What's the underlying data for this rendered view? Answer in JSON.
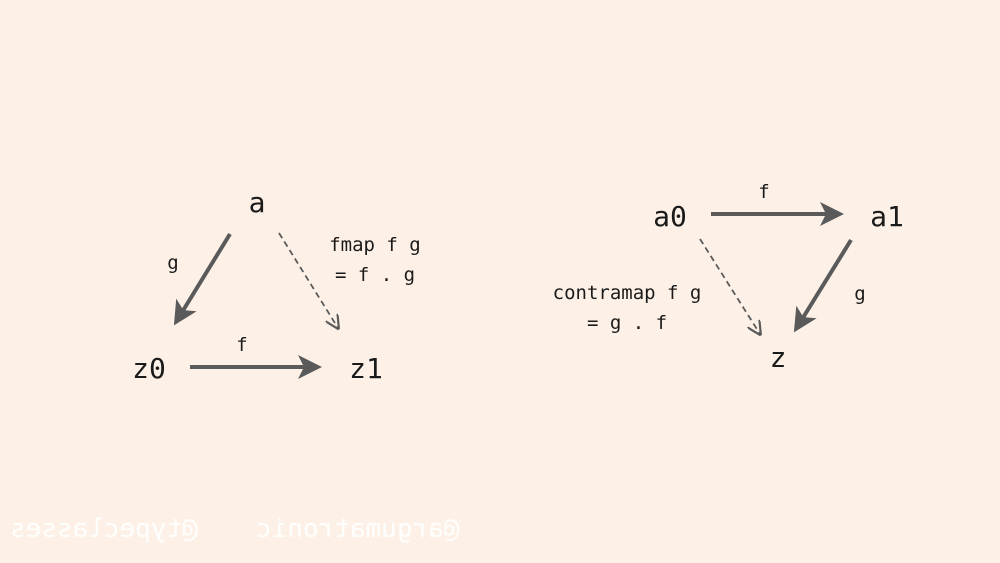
{
  "left_diagram": {
    "nodes": {
      "a": "a",
      "z0": "z0",
      "z1": "z1"
    },
    "labels": {
      "g": "g",
      "f": "f",
      "composite_line1": "fmap f g",
      "composite_line2": "= f . g"
    }
  },
  "right_diagram": {
    "nodes": {
      "a0": "a0",
      "a1": "a1",
      "z": "z"
    },
    "labels": {
      "f": "f",
      "g": "g",
      "composite_line1": "contramap f g",
      "composite_line2": "= g . f"
    }
  },
  "watermarks": {
    "left": "@typeclasses",
    "right": "@argumatronic"
  },
  "colors": {
    "background": "#fdf1e7",
    "arrow": "#5a5a5a",
    "text": "#1a1a1a",
    "watermark": "#ffffff"
  }
}
